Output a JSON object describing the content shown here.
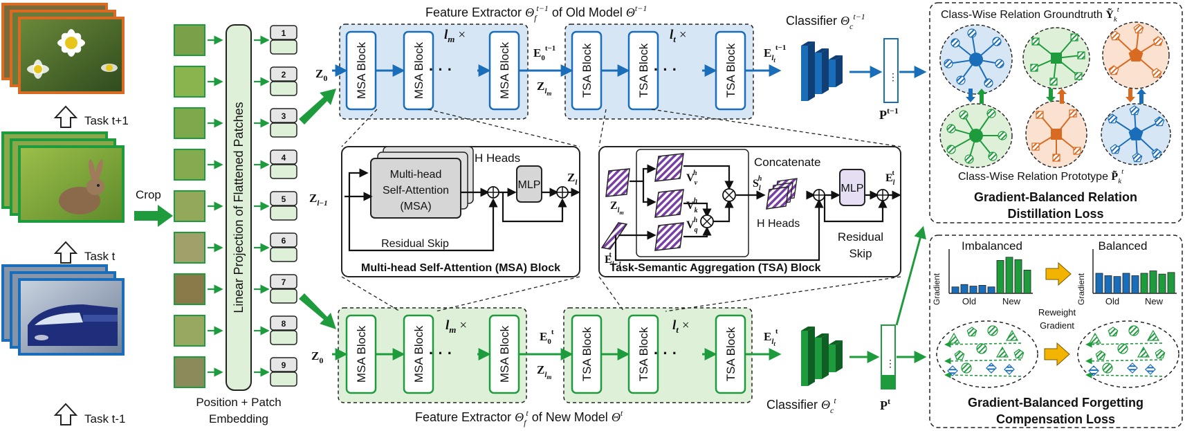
{
  "tasks": {
    "task_next": "Task t+1",
    "task_cur": "Task t",
    "task_prev": "Task t-1",
    "crop": "Crop"
  },
  "embedding": {
    "linear_projection": "Linear Projection of Flattened Patches",
    "position_patch_line1": "Position + Patch",
    "position_patch_line2": "Embedding",
    "tokens": [
      "1",
      "2",
      "3",
      "4",
      "5",
      "6",
      "7",
      "8",
      "9"
    ]
  },
  "old_model": {
    "title": "Feature Extractor Θf^{t−1} of Old Model Θ^{t−1}",
    "title_a": "Feature Extractor ",
    "title_theta": "Θ",
    "title_sub": "f",
    "title_sup": "t−1",
    "title_b": " of Old Model ",
    "title_theta2": "Θ",
    "title_sup2": "t−1",
    "classifier": "Classifier",
    "classifier_theta": "Θ",
    "classifier_sub": "c",
    "classifier_sup": "t−1",
    "prob": "P",
    "prob_sup": "t−1"
  },
  "new_model": {
    "title_a": "Feature Extractor ",
    "title_theta": "Θ",
    "title_sub": "f",
    "title_sup": "t",
    "title_b": " of New Model ",
    "title_theta2": "Θ",
    "title_sup2": "t",
    "classifier": "Classifier",
    "classifier_theta": "Θ",
    "classifier_sub": "c",
    "classifier_sup": "t",
    "prob": "P",
    "prob_sup": "t"
  },
  "blocks": {
    "msa": "MSA Block",
    "tsa": "TSA Block",
    "lm_repeat": "×",
    "lm": "l",
    "lm_sub": "m",
    "lt": "l",
    "lt_sub": "t",
    "dots": "· · ·"
  },
  "symbols": {
    "z0": "Z",
    "z0_sub": "0",
    "zlm": "Z",
    "zlm_sub": "l",
    "zlm_subsub": "m",
    "e0": "E",
    "e0_sub": "0",
    "e_old_sup": "t−1",
    "e_new_sup": "t",
    "elt": "E",
    "elt_sub": "l",
    "elt_subsub": "t"
  },
  "msa_detail": {
    "title": "Multi-head Self-Attention (MSA) Block",
    "heads": "H Heads",
    "box_line1": "Multi-head",
    "box_line2": "Self-Attention",
    "box_line3": "(MSA)",
    "mlp": "MLP",
    "residual": "Residual Skip",
    "zin": "Z",
    "zin_sub": "l−1",
    "zout": "Z",
    "zout_sub": "l"
  },
  "tsa_detail": {
    "title": "Task-Semantic Aggregation (TSA) Block",
    "concatenate": "Concatenate",
    "heads": "H Heads",
    "mlp": "MLP",
    "residual_line1": "Residual",
    "residual_line2": "Skip",
    "v": "V",
    "v_sub_v": "v",
    "v_sub_k": "k",
    "v_sub_q": "q",
    "h": "h",
    "s": "S",
    "s_sub": "l",
    "s_sup": "h",
    "e": "E",
    "e_sub": "l",
    "e_sup": "t",
    "ein": "E",
    "ein_sub": "l−1",
    "ein_sup": "t",
    "zlm": "Z",
    "zlm_sub": "l",
    "zlm_subsub": "m"
  },
  "relation": {
    "groundtruth": "Class-Wise Relation Groundtruth",
    "gt_sym": "Ỹ",
    "gt_sub": "k",
    "gt_sup": "t",
    "prototype": "Class-Wise Relation Prototype",
    "proto_sym": "P̃",
    "proto_sub": "k",
    "proto_sup": "t",
    "loss_line1": "Gradient-Balanced Relation",
    "loss_line2": "Distillation Loss"
  },
  "forgetting": {
    "imbalanced": "Imbalanced",
    "balanced": "Balanced",
    "gradient": "Gradient",
    "old": "Old",
    "new": "New",
    "reweight_line1": "Reweight",
    "reweight_line2": "Gradient",
    "loss_line1": "Gradient-Balanced Forgetting",
    "loss_line2": "Compensation Loss",
    "imbalanced_bars": [
      0.16,
      0.22,
      0.18,
      0.2,
      0.16,
      0.82,
      0.9,
      0.84,
      0.58
    ],
    "balanced_bars": [
      0.5,
      0.44,
      0.42,
      0.5,
      0.44,
      0.5,
      0.56,
      0.48,
      0.52
    ]
  },
  "colors": {
    "green": "#1e9b3c",
    "green_fill": "#dff0d8",
    "blue": "#1a6db8",
    "blue_fill": "#d6e6f4",
    "orange": "#d86a22",
    "gold": "#f2b400",
    "purple": "#7a3fa6"
  }
}
